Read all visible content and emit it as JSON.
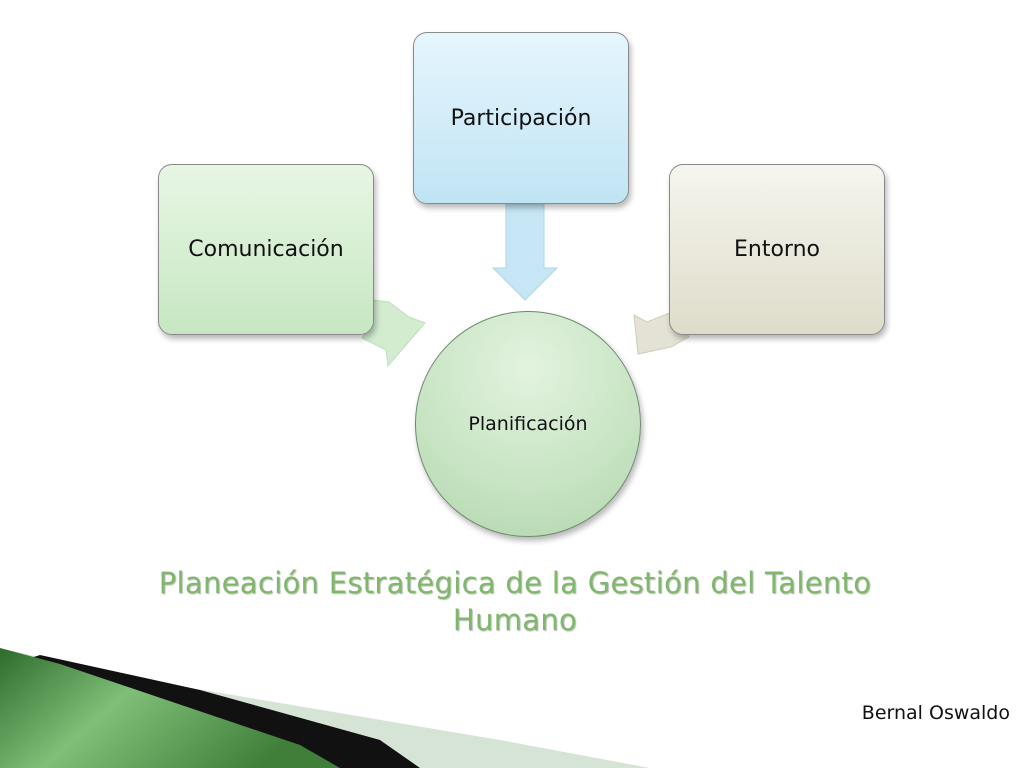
{
  "diagram": {
    "top_box": "Participación",
    "left_box": "Comunicación",
    "right_box": "Entorno",
    "center_circle": "Planificación"
  },
  "slide": {
    "title": "Planeación Estratégica de la Gestión del Talento Humano",
    "author": "Bernal Oswaldo"
  },
  "colors": {
    "title_green": "#7fb86a",
    "participacion_blue": "#c0e4f4",
    "comunicacion_green": "#c6e7c2",
    "entorno_beige": "#dedcc9",
    "planificacion_green": "#c6e3c2",
    "corner_green": "#3f7f3a"
  }
}
